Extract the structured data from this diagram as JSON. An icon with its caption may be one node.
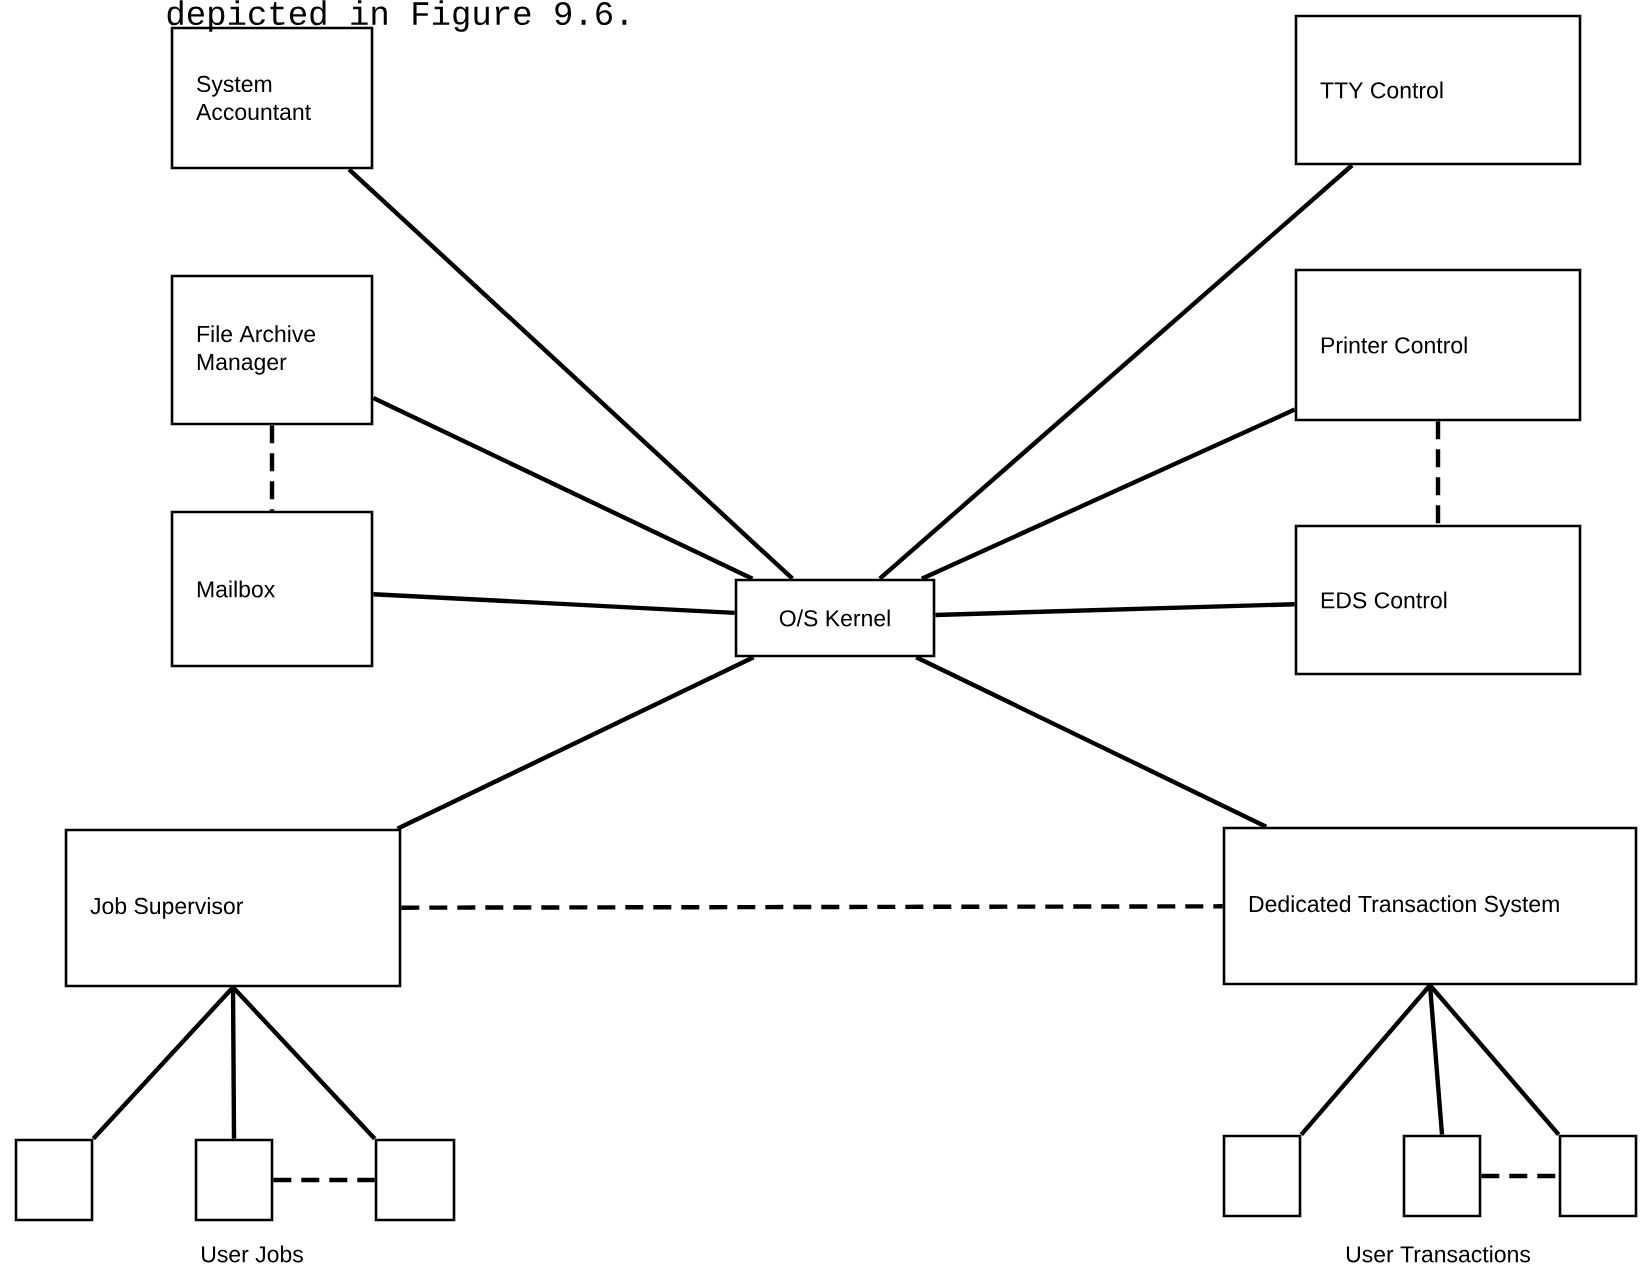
{
  "diagram": {
    "nodes": [
      {
        "text": [
          "System Accountant"
        ]
      },
      {
        "text": [
          "TTY Control"
        ]
      },
      {
        "text": [
          "File Archive Manager"
        ]
      },
      {
        "text": [
          "Printer Control"
        ]
      },
      {
        "text": [
          "O/S Kernel"
        ]
      },
      {
        "text": [
          "Mailbox"
        ]
      },
      {
        "text": [
          "EDS Control"
        ]
      },
      {
        "text": [
          "Job Supervisor"
        ]
      },
      {
        "text": [
          "Dedicated Transaction System"
        ]
      },
      {
        "text": [],
        "shape": "box"
      },
      {
        "text": [],
        "shape": "box"
      },
      {
        "text": [],
        "shape": "box"
      },
      {
        "text": [],
        "shape": "box"
      },
      {
        "text": [],
        "shape": "box"
      },
      {
        "text": [],
        "shape": "box"
      }
    ],
    "edges": [
      {
        "from": 0,
        "to": 4,
        "arrow": "none"
      },
      {
        "from": 2,
        "to": 4,
        "arrow": "none"
      },
      {
        "from": 5,
        "to": 4,
        "arrow": "none"
      },
      {
        "from": 1,
        "to": 4,
        "arrow": "none"
      },
      {
        "from": 3,
        "to": 4,
        "arrow": "none"
      },
      {
        "from": 6,
        "to": 4,
        "arrow": "none"
      },
      {
        "from": 7,
        "to": 4,
        "arrow": "none"
      },
      {
        "from": 8,
        "to": 4,
        "arrow": "none"
      },
      {
        "from": 2,
        "to": 5,
        "arrow": "none",
        "style": "dashed"
      },
      {
        "from": 3,
        "to": 6,
        "arrow": "none",
        "style": "dashed"
      },
      {
        "from": 7,
        "to": 8,
        "arrow": "none",
        "style": "dashed"
      },
      {
        "from": 7,
        "to": 9,
        "arrow": "none"
      },
      {
        "from": 7,
        "to": 10,
        "arrow": "none"
      },
      {
        "from": 7,
        "to": 11,
        "arrow": "none"
      },
      {
        "from": 10,
        "to": 11,
        "arrow": "none",
        "style": "dashed"
      },
      {
        "from": 8,
        "to": 12,
        "arrow": "none"
      },
      {
        "from": 8,
        "to": 13,
        "arrow": "none"
      },
      {
        "from": 8,
        "to": 14,
        "arrow": "none"
      },
      {
        "from": 13,
        "to": 14,
        "arrow": "none",
        "style": "dashed"
      }
    ],
    "labels": [
      "depicted in Figure 9.6.",
      "User Jobs",
      "User Transactions"
    ]
  }
}
